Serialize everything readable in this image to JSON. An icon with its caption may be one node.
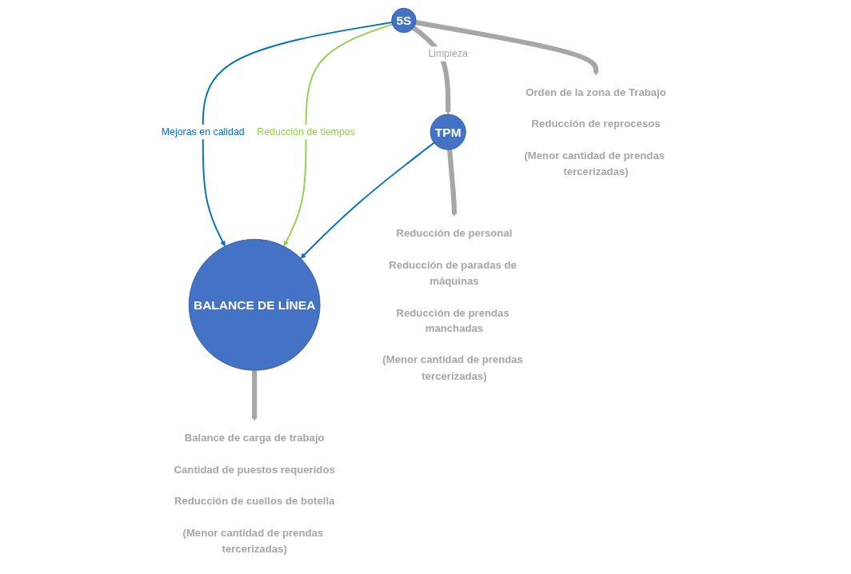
{
  "diagram": {
    "nodes": [
      {
        "text": [
          "5S"
        ]
      },
      {
        "text": [
          "TPM"
        ]
      },
      {
        "text": [
          "BALANCE DE LÍNEA"
        ]
      },
      {
        "text": [
          "Orden de la zona de Trabajo",
          "Reducción de reprocesos",
          "(Menor cantidad de prendas tercerizadas)"
        ]
      },
      {
        "text": [
          "Reducción de personal",
          "Reducción de paradas de máquinas",
          "Reducción de prendas manchadas",
          "(Menor cantidad de prendas tercerizadas)"
        ]
      },
      {
        "text": [
          "Balance de carga de trabajo",
          "Cantidad de puestos requeridos",
          "Reducción de cuellos de botella",
          "(Menor cantidad de prendas tercerizadas)"
        ]
      }
    ],
    "edges": [
      {
        "from": 0,
        "to": 2,
        "arrow": "to",
        "label": "Mejoras en calidad",
        "color": "#0070c0"
      },
      {
        "from": 1,
        "to": 2,
        "arrow": "to",
        "color": "#0070c0"
      },
      {
        "from": 0,
        "to": 2,
        "arrow": "to",
        "label": "Reducción de tiempos",
        "color": "#92d050"
      },
      {
        "from": 0,
        "to": 1,
        "arrow": "to",
        "label": "Limpieza"
      },
      {
        "from": 0,
        "to": 3,
        "arrow": "to"
      },
      {
        "from": 1,
        "to": 4,
        "arrow": "to"
      },
      {
        "from": 2,
        "to": 5,
        "arrow": "to"
      }
    ]
  }
}
